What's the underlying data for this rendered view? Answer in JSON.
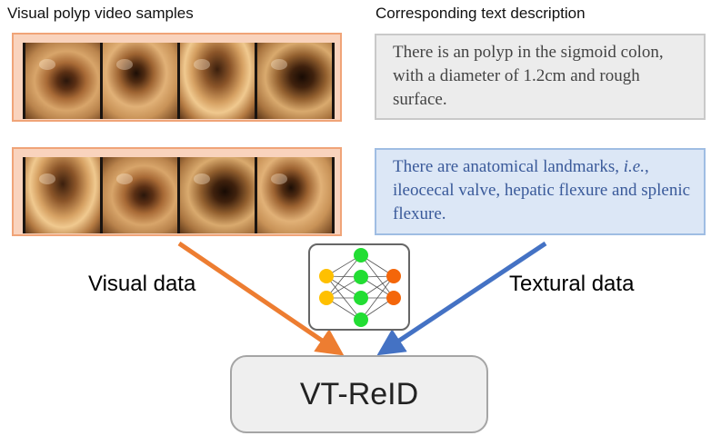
{
  "headers": {
    "left": "Visual polyp video samples",
    "right": "Corresponding text description"
  },
  "text_descriptions": {
    "first": "There is an polyp in the sigmoid colon, with a diameter of 1.2cm and rough surface.",
    "second_italic": "i.e.",
    "second_before": "There are anatomical landmarks, ",
    "second_after": ", ileocecal valve, hepatic flexure and splenic flexure."
  },
  "labels": {
    "visual": "Visual data",
    "textual": "Textural data",
    "output": "VT-ReID"
  },
  "colors": {
    "visual_arrow": "#ed7d31",
    "textual_arrow": "#4472c4",
    "nn_input": "#ffc000",
    "nn_hidden": "#22dd33",
    "nn_output": "#f4660a"
  },
  "icons": [
    "colonoscopy-frame-image",
    "neural-network-icon"
  ]
}
